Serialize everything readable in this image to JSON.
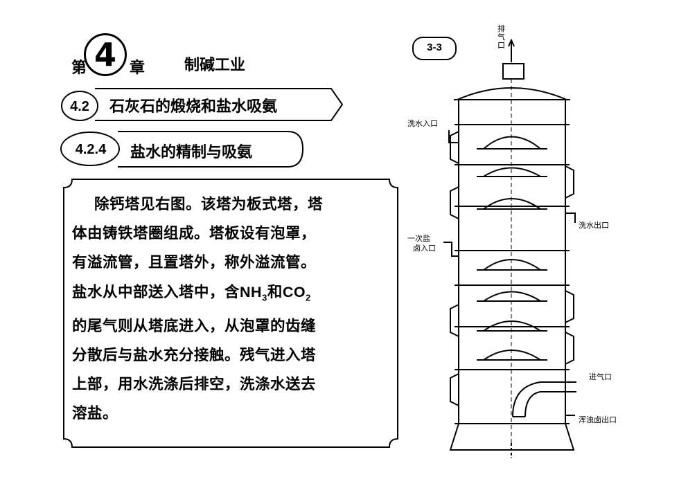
{
  "header": {
    "chapter_prefix": "第",
    "chapter_number": "4",
    "chapter_suffix": "章",
    "chapter_title": "制碱工业"
  },
  "section": {
    "number": "4.2",
    "title": "石灰石的煅烧和盐水吸氨"
  },
  "subsection": {
    "number": "4.2.4",
    "title": "盐水的精制与吸氨"
  },
  "content": {
    "lines": [
      "除钙塔见右图。该塔为板式塔，塔",
      "体由铸铁塔圈组成。塔板设有泡罩，",
      "有溢流管，且置塔外，称外溢流管。",
      "盐水从中部送入塔中，含",
      "的尾气则从塔底进入，从泡罩的齿缝",
      "分散后与盐水充分接触。残气进入塔",
      "上部，用水洗涤后排空，洗涤水送去",
      "溶盐。"
    ],
    "formula_nh3": "NH",
    "formula_nh3_sub": "3",
    "formula_and": "和",
    "formula_co2": "CO",
    "formula_co2_sub": "2"
  },
  "figure": {
    "label": "3-3",
    "labels": {
      "exhaust": "排气口",
      "wash_water_in": "洗水入口",
      "wash_water_out": "洗水出口",
      "brine_in_1": "一次盐",
      "brine_in_2": "卤入口",
      "gas_in": "进气口",
      "turbid_out": "浑浊卤出口"
    }
  }
}
